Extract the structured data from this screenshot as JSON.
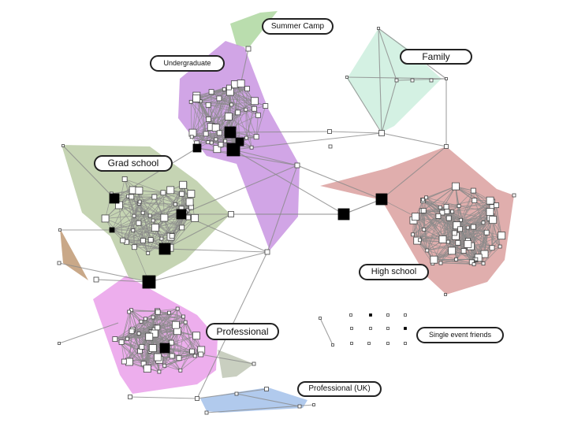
{
  "clusters": [
    {
      "id": "summer-camp",
      "label": "Summer Camp",
      "color": "#a9d49a"
    },
    {
      "id": "undergraduate",
      "label": "Undergraduate",
      "color": "#c58fe0"
    },
    {
      "id": "family",
      "label": "Family",
      "color": "#c9eedc"
    },
    {
      "id": "grad-school",
      "label": "Grad school",
      "color": "#b7c9a0"
    },
    {
      "id": "high-school",
      "label": "High school",
      "color": "#d89a98"
    },
    {
      "id": "professional",
      "label": "Professional",
      "color": "#e89ae8"
    },
    {
      "id": "single-event",
      "label": "Single event friends",
      "color": "#ffffff"
    },
    {
      "id": "professional-uk",
      "label": "Professional (UK)",
      "color": "#9ebde8"
    }
  ],
  "colors": {
    "edge": "#8a8a8a",
    "node_fill": "#ffffff",
    "node_stroke": "#444444",
    "hub_fill": "#000000",
    "small_tan_group": "#c9a888",
    "small_grey_group": "#c9cfc0"
  }
}
